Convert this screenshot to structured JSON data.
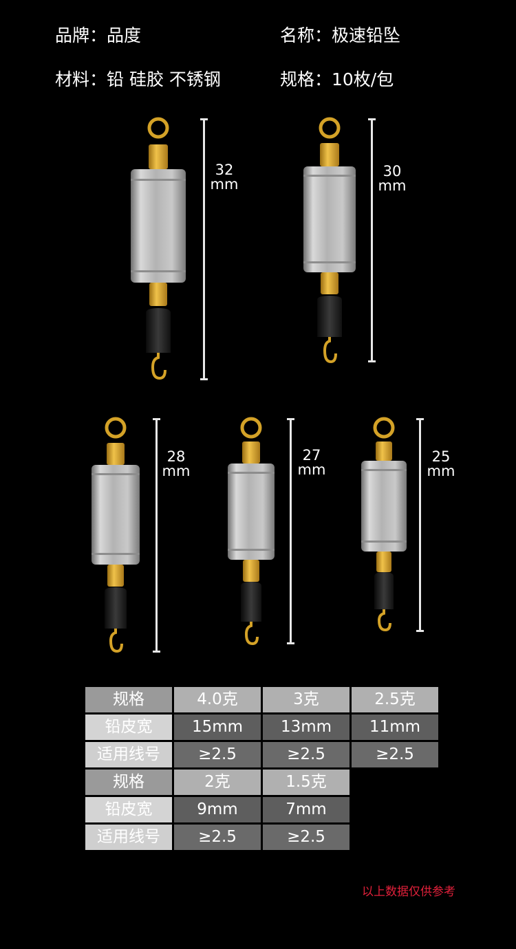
{
  "header": {
    "brand": "品牌：品度",
    "name": "名称：极速铅坠",
    "material": "材料：铅 硅胶 不锈钢",
    "spec": "规格：10枚/包"
  },
  "sinkers": [
    {
      "length": "32",
      "unit": "mm"
    },
    {
      "length": "30",
      "unit": "mm"
    },
    {
      "length": "28",
      "unit": "mm"
    },
    {
      "length": "27",
      "unit": "mm"
    },
    {
      "length": "25",
      "unit": "mm"
    }
  ],
  "table": {
    "rows": [
      [
        "规格",
        "4.0克",
        "3克",
        "2.5克"
      ],
      [
        "铅皮宽",
        "15mm",
        "13mm",
        "11mm"
      ],
      [
        "适用线号",
        "≥2.5",
        "≥2.5",
        "≥2.5"
      ],
      [
        "规格",
        "2克",
        "1.5克"
      ],
      [
        "铅皮宽",
        "9mm",
        "7mm"
      ],
      [
        "适用线号",
        "≥2.5",
        "≥2.5"
      ]
    ]
  },
  "footnote": "以上数据仅供参考",
  "colors": {
    "brass": "#d4a227",
    "body_silver": "#b9b9b9",
    "note_red": "#e0203a"
  }
}
